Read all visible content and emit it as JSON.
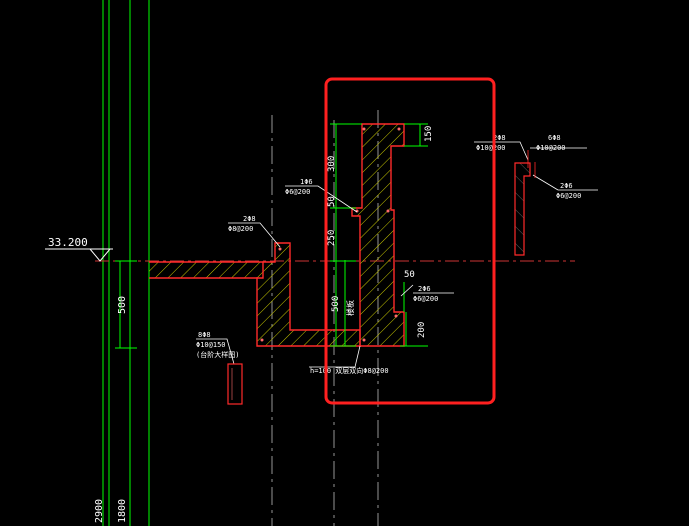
{
  "drawing": {
    "colors": {
      "background": "#000000",
      "axis_green": "#00ff00",
      "section_red": "#ff2a2a",
      "hatch_yellow": "#c8c800",
      "highlight_box": "#ff2020",
      "text": "#ffffff"
    },
    "level": "33.200",
    "dims": {
      "v500": "500",
      "v2900": "2900",
      "v1800": "1800",
      "h150": "150",
      "v300": "300",
      "v50a": "50",
      "v250": "250",
      "v500b": "500",
      "v200": "200",
      "d50": "50",
      "label_vertical": "楼板"
    },
    "annotations": {
      "a1_top": "1Φ6",
      "a1_bot": "Φ6@200",
      "a2_top": "2Φ8",
      "a2_bot": "Φ8@200",
      "a3_top": "2Φ6",
      "a3_bot": "Φ6@200",
      "a4_top": "8Φ8",
      "a4_mid": "Φ10@150",
      "a4_bot": "(台阶大样图)",
      "a5": "h=100 双层双向Φ8@200",
      "r1_top": "2Φ8",
      "r1_bot": "Φ10@200",
      "r2_top": "6Φ8",
      "r2_bot": "Φ10@200",
      "r3_top": "2Φ6",
      "r3_bot": "Φ6@200"
    }
  }
}
